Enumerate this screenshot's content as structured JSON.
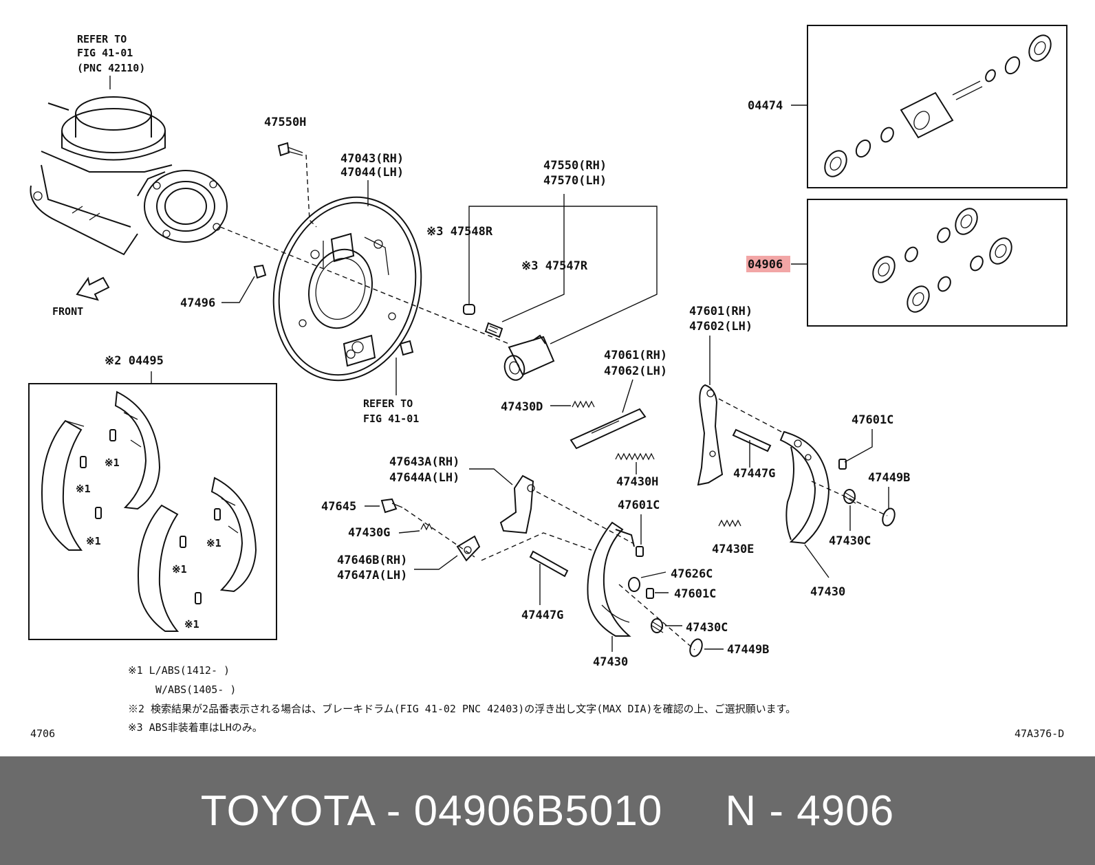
{
  "labels": {
    "refer_top": [
      "REFER TO",
      "FIG 41-01",
      "(PNC 42110)"
    ],
    "front": "FRONT",
    "p47550H": "47550H",
    "p47043": "47043(RH)",
    "p47044": "47044(LH)",
    "p47550": "47550(RH)",
    "p47570": "47570(LH)",
    "p47548R": "※3 47548R",
    "p47547R": "※3 47547R",
    "p47496": "47496",
    "refer_mid": [
      "REFER TO",
      "FIG 41-01"
    ],
    "p04474": "04474",
    "p04906": "04906",
    "p04495": "※2 04495",
    "mark1": "※1",
    "p47601": "47601(RH)",
    "p47602": "47602(LH)",
    "p47061": "47061(RH)",
    "p47062": "47062(LH)",
    "p47430D": "47430D",
    "p47601C": "47601C",
    "p47430H": "47430H",
    "p47447G": "47447G",
    "p47449B": "47449B",
    "p47643A": "47643A(RH)",
    "p47644A": "47644A(LH)",
    "p47645": "47645",
    "p47430G": "47430G",
    "p47646B": "47646B(RH)",
    "p47647A": "47647A(LH)",
    "p47430E": "47430E",
    "p47430C": "47430C",
    "p47430": "47430",
    "p47626C": "47626C"
  },
  "notes": {
    "n1a": "※1 L/ABS(1412-     )",
    "n1b": "W/ABS(1405-     )",
    "n2": "※2 検索結果が2品番表示される場合は、ブレーキドラム(FIG 41-02 PNC 42403)の浮き出し文字(MAX DIA)を確認の上、ご選択願います。",
    "n3": "※3 ABS非装着車はLHのみ。"
  },
  "corner": {
    "left": "4706",
    "right": "47A376-D"
  },
  "highlight_color": "#f2a6a6",
  "footer": {
    "text": "TOYOTA - 04906B5010     N - 4906",
    "background": "#6b6b6b",
    "color": "#ffffff"
  }
}
